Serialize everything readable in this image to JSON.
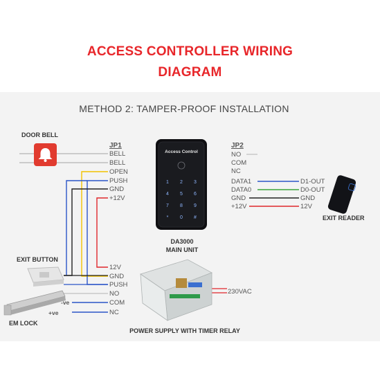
{
  "title": {
    "line1": "ACCESS CONTROLLER WIRING",
    "line2": "DIAGRAM",
    "color": "#e8262a"
  },
  "subtitle": "METHOD 2: TAMPER-PROOF INSTALLATION",
  "components": {
    "door_bell": "DOOR BELL",
    "exit_button": "EXIT BUTTON",
    "em_lock": "EM LOCK",
    "exit_reader": "EXIT READER",
    "main_unit_line1": "DA3000",
    "main_unit_line2": "MAIN UNIT",
    "device_screen_text": "Access Control",
    "power_supply": "POWER SUPPLY WITH TIMER RELAY",
    "power_input": "230VAC"
  },
  "keypad": [
    "1",
    "2",
    "3",
    "4",
    "5",
    "6",
    "7",
    "8",
    "9",
    "*",
    "0",
    "#"
  ],
  "jp1": {
    "header": "JP1",
    "pins": [
      "BELL",
      "BELL",
      "OPEN",
      "PUSH",
      "GND",
      "+12V"
    ]
  },
  "jp2": {
    "header": "JP2",
    "pins": [
      "NO",
      "COM",
      "NC",
      "DATA1",
      "DATA0",
      "GND",
      "+12V"
    ],
    "reader_pins": [
      "D1-OUT",
      "D0-OUT",
      "GND",
      "12V"
    ]
  },
  "power_terminals": [
    "12V",
    "GND",
    "PUSH",
    "NO",
    "COM",
    "NC"
  ],
  "lock_polarity": [
    "-ve",
    "+ve"
  ],
  "wire_colors": {
    "gray": "#b3b3b3",
    "yellow": "#f2c200",
    "blue": "#2b55c8",
    "black": "#222222",
    "red": "#e0262a",
    "green": "#3aa43a"
  }
}
